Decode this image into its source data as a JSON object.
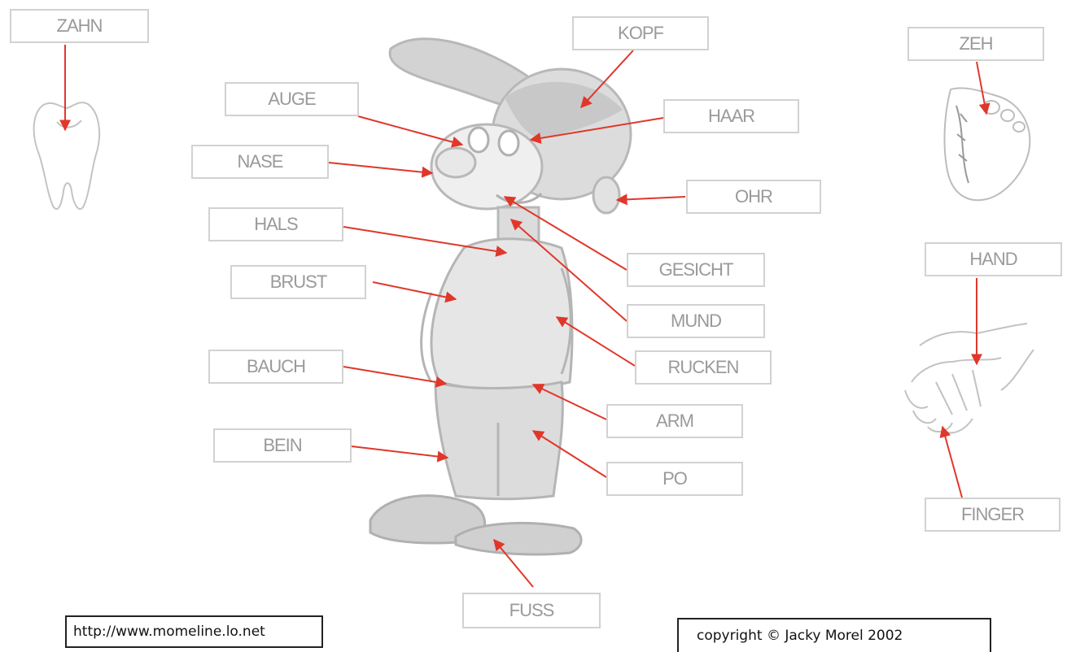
{
  "labels": {
    "zahn": "ZAHN",
    "kopf": "KOPF",
    "zeh": "ZEH",
    "auge": "AUGE",
    "haar": "HAAR",
    "nase": "NASE",
    "ohr": "OHR",
    "hals": "HALS",
    "gesicht": "GESICHT",
    "hand": "HAND",
    "brust": "BRUST",
    "mund": "MUND",
    "bauch": "BAUCH",
    "rucken": "RUCKEN",
    "arm": "ARM",
    "bein": "BEIN",
    "po": "PO",
    "finger": "FINGER",
    "fuss": "FUSS"
  },
  "footer": {
    "url": "http://www.momeline.lo.net",
    "copyright": "copyright © Jacky Morel 2002"
  },
  "colors": {
    "arrow": "#e0372a",
    "label_border": "#d2d2d2",
    "label_text": "#9a9a9a",
    "drawing_fill": "#cfcfcf",
    "drawing_line": "#b5b5b5"
  },
  "icons": [
    "tooth-icon",
    "foot-icon",
    "hand-icon",
    "boy-figure"
  ]
}
